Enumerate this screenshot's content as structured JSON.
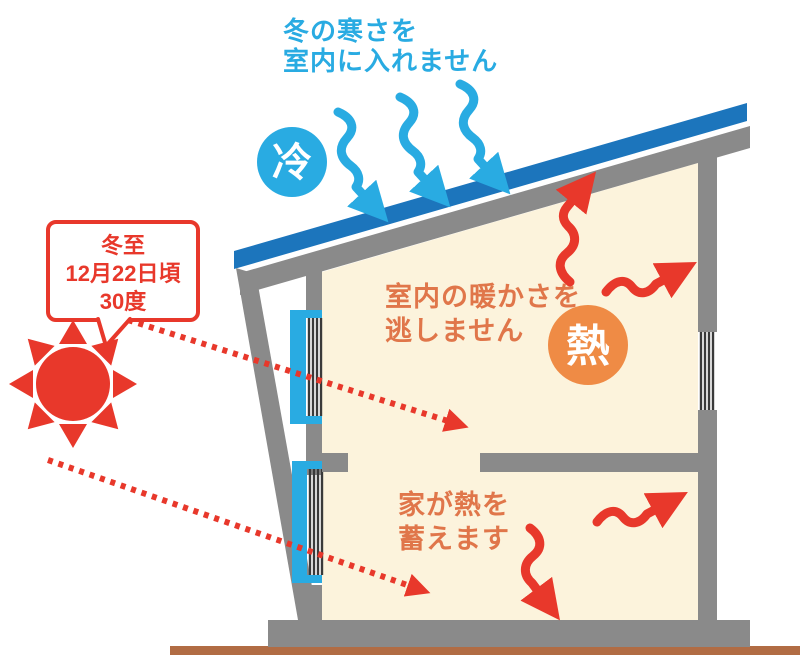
{
  "title": {
    "line1": "冬の寒さを",
    "line2": "室内に入れません"
  },
  "cold_badge": {
    "label": "冷"
  },
  "heat_badge": {
    "label": "熱"
  },
  "sun_callout": {
    "line1": "冬至",
    "line2": "12月22日頃",
    "line3": "30度"
  },
  "upper_room_label": {
    "line1": "室内の暖かさを",
    "line2": "逃しません"
  },
  "lower_room_label": {
    "line1": "家が熱を",
    "line2": "蓄えます"
  },
  "colors": {
    "light_blue": "#29ABE2",
    "dark_blue": "#1C75BC",
    "gray": "#8A8A8A",
    "cream": "#FCF3DC",
    "orange": "#E0764A",
    "orange_circle": "#EF8B45",
    "red": "#E8382B",
    "brown": "#B16C44",
    "slat": "#3A3A3A"
  }
}
